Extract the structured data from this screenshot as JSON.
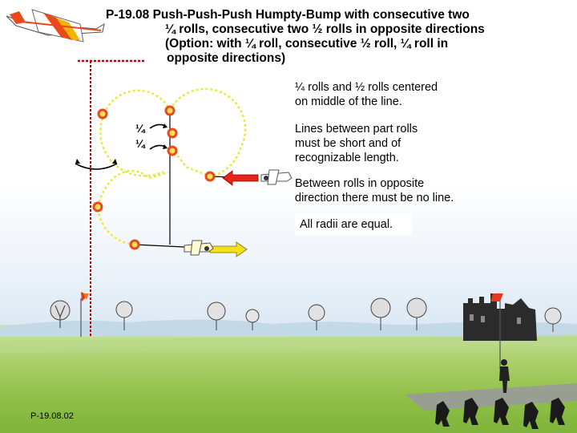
{
  "title": {
    "line1": "P-19.08 Push-Push-Push Humpty-Bump with consecutive two",
    "line2": "¼ rolls, consecutive two ½ rolls in opposite directions",
    "line3": "(Option: with ¼ roll, consecutive ½ roll, ¼ roll in",
    "line4": "opposite directions)"
  },
  "notes": {
    "centered": [
      "¼ rolls and ½ rolls centered",
      "on middle of the line."
    ],
    "lines_between": [
      "Lines between part rolls",
      "must be short and of",
      "recognizable length."
    ],
    "opposite": [
      "Between rolls in opposite",
      "direction there must be no line."
    ],
    "radii": "All radii are equal."
  },
  "roll_labels": {
    "upper": "¼",
    "lower": "¼"
  },
  "figure_code": "P-19.08.02",
  "colors": {
    "flight_path": "#e8e840",
    "loop_outline": "#f2ee55",
    "marker_ring": "#e84a1a",
    "marker_fill": "#f5e060",
    "entry_arrow": "#e8231c",
    "exit_arrow": "#f2e21a",
    "center_line": "#c00000",
    "grass": "#8fbf46"
  },
  "icons": [
    "model-airplane-icon",
    "flag-icon",
    "pilot-icon",
    "judge-icon",
    "tree-icon",
    "castle-ruin-icon"
  ]
}
